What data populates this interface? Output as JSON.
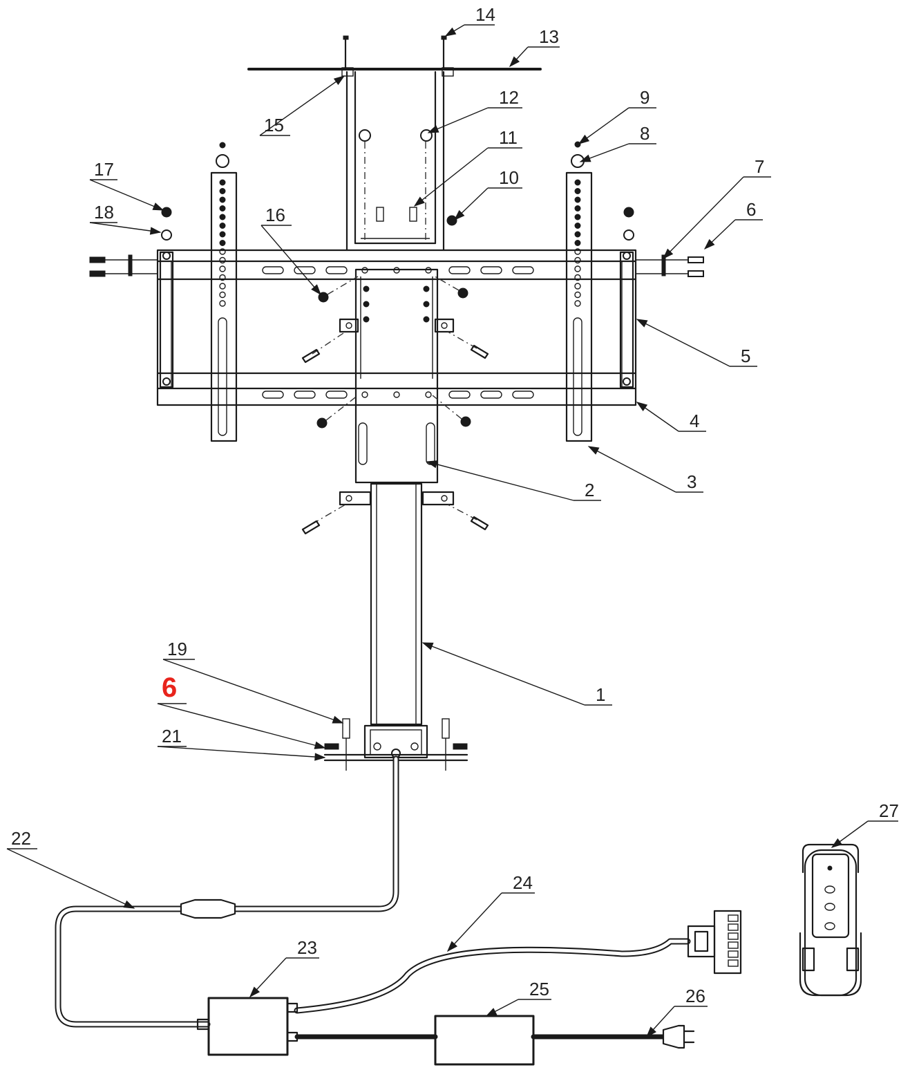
{
  "callouts": [
    {
      "id": "1",
      "text": "1"
    },
    {
      "id": "2",
      "text": "2"
    },
    {
      "id": "3",
      "text": "3"
    },
    {
      "id": "4",
      "text": "4"
    },
    {
      "id": "5",
      "text": "5"
    },
    {
      "id": "6",
      "text": "6"
    },
    {
      "id": "7",
      "text": "7"
    },
    {
      "id": "8",
      "text": "8"
    },
    {
      "id": "9",
      "text": "9"
    },
    {
      "id": "10",
      "text": "10"
    },
    {
      "id": "11",
      "text": "11"
    },
    {
      "id": "12",
      "text": "12"
    },
    {
      "id": "13",
      "text": "13"
    },
    {
      "id": "14",
      "text": "14"
    },
    {
      "id": "15",
      "text": "15"
    },
    {
      "id": "16",
      "text": "16"
    },
    {
      "id": "17",
      "text": "17"
    },
    {
      "id": "18",
      "text": "18"
    },
    {
      "id": "19",
      "text": "19"
    },
    {
      "id": "20",
      "text": "6"
    },
    {
      "id": "21",
      "text": "21"
    },
    {
      "id": "22",
      "text": "22"
    },
    {
      "id": "23",
      "text": "23"
    },
    {
      "id": "24",
      "text": "24"
    },
    {
      "id": "25",
      "text": "25"
    },
    {
      "id": "26",
      "text": "26"
    },
    {
      "id": "27",
      "text": "27"
    }
  ],
  "colors": {
    "line": "#1a1a1a",
    "highlight": "#e8241c"
  }
}
